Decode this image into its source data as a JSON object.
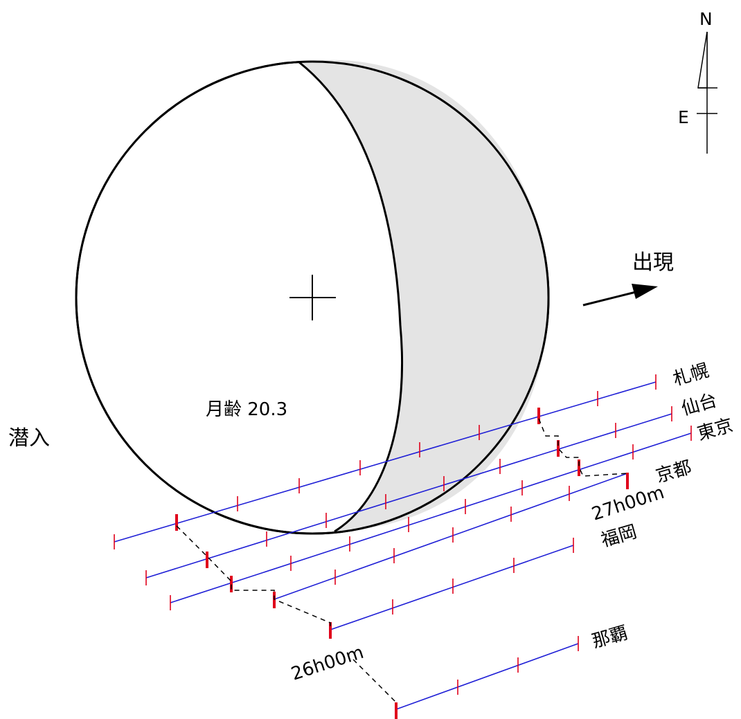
{
  "moon_age_label": "月齢 20.3",
  "direction": {
    "disappear_label": "潜入",
    "appear_label": "出現"
  },
  "compass": {
    "north_label": "N",
    "east_label": "E"
  },
  "times": {
    "start_label": "26h00m",
    "end_label": "27h00m"
  },
  "cities": [
    {
      "id": "sapporo",
      "label": "札幌"
    },
    {
      "id": "sendai",
      "label": "仙台"
    },
    {
      "id": "tokyo",
      "label": "東京"
    },
    {
      "id": "kyoto",
      "label": "京都"
    },
    {
      "id": "fukuoka",
      "label": "福岡"
    },
    {
      "id": "naha",
      "label": "那覇"
    }
  ],
  "colors": {
    "track": "#1f1fd6",
    "tick": "#e0001b",
    "shadow": "#e4e4e4",
    "outline": "#000000"
  }
}
